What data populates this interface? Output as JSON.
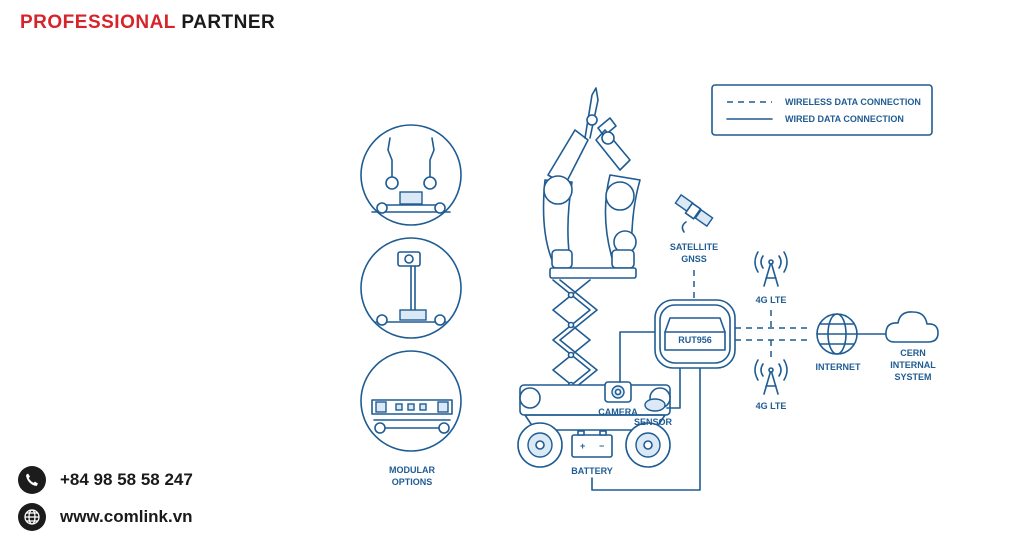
{
  "header": {
    "title_red": "PROFESSIONAL",
    "title_dark": "PARTNER"
  },
  "contact": {
    "phone": "+84 98 58 58 247",
    "website": "www.comlink.vn"
  },
  "icons": {
    "phone": "phone-icon",
    "website": "globe-icon"
  },
  "colors": {
    "brand_red": "#d7242a",
    "diagram_blue": "#1f5c93",
    "dark": "#1a1a1a"
  },
  "diagram": {
    "legend": {
      "wireless": "WIRELESS DATA CONNECTION",
      "wired": "WIRED DATA CONNECTION"
    },
    "satellite": [
      "SATELLITE",
      "GNSS"
    ],
    "router": "RUT956",
    "lte_top": "4G LTE",
    "lte_bottom": "4G LTE",
    "internet": "INTERNET",
    "cern": [
      "CERN",
      "INTERNAL",
      "SYSTEM"
    ],
    "camera": "CAMERA",
    "sensor": "SENSOR",
    "battery": "BATTERY",
    "modular": [
      "MODULAR",
      "OPTIONS"
    ]
  }
}
